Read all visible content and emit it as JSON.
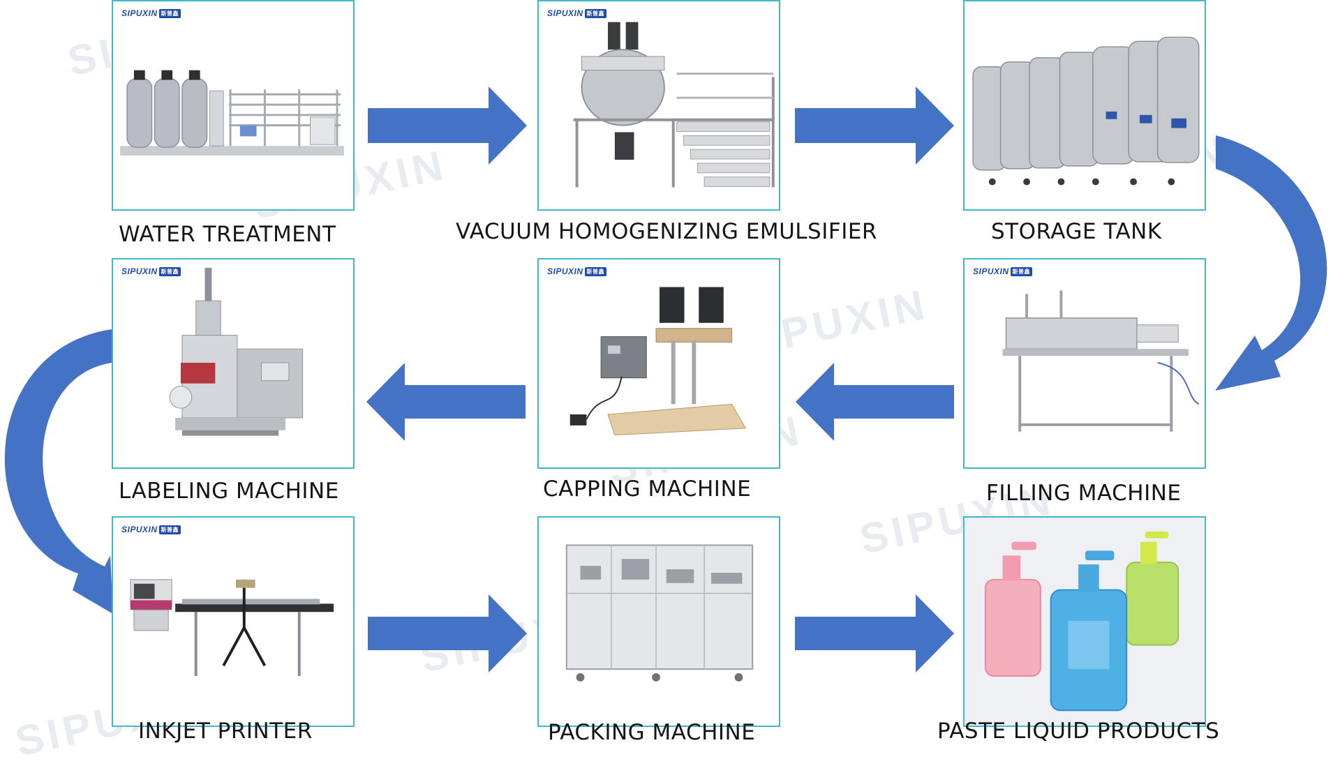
{
  "brand": {
    "logo_text": "SIPUXIN",
    "logo_cn": "斯普鑫"
  },
  "colors": {
    "arrow": "#4472c4",
    "card_border": "#3fb8c9",
    "label_text": "#151515"
  },
  "steps": [
    {
      "id": "water-treatment",
      "label": "WATER TREATMENT"
    },
    {
      "id": "vacuum-homogenizing-emulsifier",
      "label": "VACUUM HOMOGENIZING EMULSIFIER"
    },
    {
      "id": "storage-tank",
      "label": "STORAGE TANK"
    },
    {
      "id": "filling-machine",
      "label": "FILLING MACHINE"
    },
    {
      "id": "capping-machine",
      "label": "CAPPING  MACHINE"
    },
    {
      "id": "labeling-machine",
      "label": "LABELING MACHINE"
    },
    {
      "id": "inkjet-printer",
      "label": "INKJET PRINTER"
    },
    {
      "id": "packing-machine",
      "label": "PACKING MACHINE"
    },
    {
      "id": "paste-liquid-products",
      "label": "PASTE LIQUID PRODUCTS"
    }
  ],
  "flow": [
    [
      "water-treatment",
      "vacuum-homogenizing-emulsifier"
    ],
    [
      "vacuum-homogenizing-emulsifier",
      "storage-tank"
    ],
    [
      "storage-tank",
      "filling-machine"
    ],
    [
      "filling-machine",
      "capping-machine"
    ],
    [
      "capping-machine",
      "labeling-machine"
    ],
    [
      "labeling-machine",
      "inkjet-printer"
    ],
    [
      "inkjet-printer",
      "packing-machine"
    ],
    [
      "packing-machine",
      "paste-liquid-products"
    ]
  ]
}
